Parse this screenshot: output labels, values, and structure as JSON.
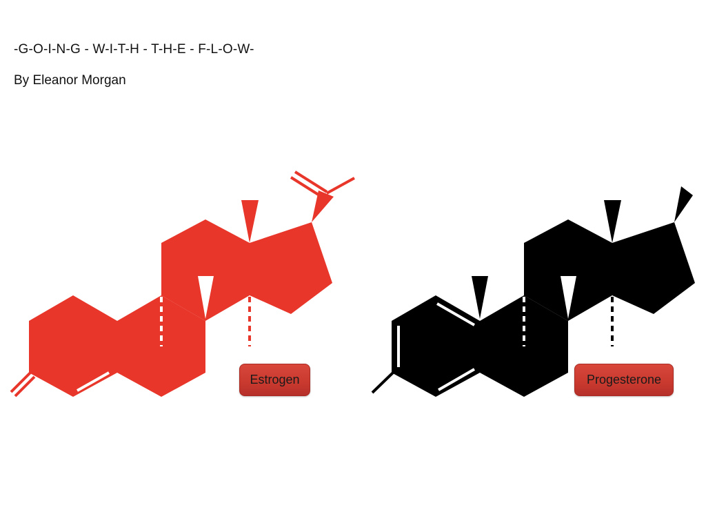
{
  "header": {
    "title": "-G-O-I-N-G - W-I-T-H - T-H-E - F-L-O-W-",
    "byline": "By Eleanor Morgan"
  },
  "molecules": [
    {
      "label": "Estrogen",
      "color": "#e8362a"
    },
    {
      "label": "Progesterone",
      "color": "#000000"
    }
  ],
  "colors": {
    "page_background": "#ffffff",
    "button": "#c9392e",
    "text": "#111111"
  }
}
